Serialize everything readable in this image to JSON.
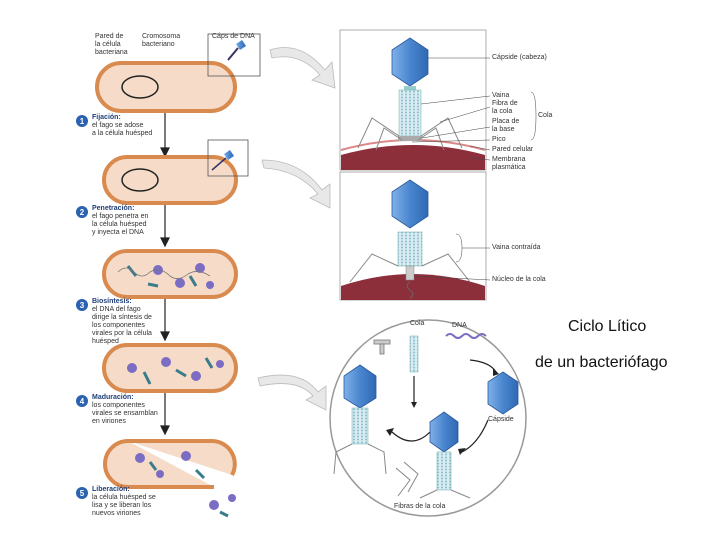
{
  "top_labels": {
    "cell_wall": "Pared de\nla célula\nbacteriana",
    "chromosome": "Cromosoma\nbacteriano",
    "capsid_dna": "Cáps de DNA"
  },
  "steps": [
    {
      "num": "1",
      "title": "Fijación:",
      "text": "el fago se adose\na la célula huésped"
    },
    {
      "num": "2",
      "title": "Penetración:",
      "text": "el fago penetra en\nla célula huésped\ny inyecta el DNA"
    },
    {
      "num": "3",
      "title": "Biosíntesis:",
      "text": "el DNA del fago\ndirige la síntesis de\nlos componentes\nvirales por la célula\nhuésped"
    },
    {
      "num": "4",
      "title": "Maduración:",
      "text": "los componentes\nvirales se ensamblan\nen viriones"
    },
    {
      "num": "5",
      "title": "Liberación:",
      "text": "la célula huésped se\nlisa y se liberan los\nnuevos viriones"
    }
  ],
  "phage_labels": {
    "capsid": "Cápside (cabeza)",
    "sheath": "Vaina",
    "tail_fiber": "Fibra de\nla cola",
    "base_plate": "Placa de\nla base",
    "pin": "Pico",
    "cell_wall": "Pared celular",
    "membrane": "Membrana\nplasmática",
    "tail_group": "Cola"
  },
  "contracted_labels": {
    "sheath_contracted": "Vaina contraída",
    "tail_core": "Núcleo de la cola"
  },
  "assembly_labels": {
    "tail": "Cola",
    "dna": "DNA",
    "capsid": "Cápside",
    "tail_fibers": "Fibras de la cola"
  },
  "title": {
    "line1": "Ciclo Lítico",
    "line2": "de un bacteriófago"
  }
}
